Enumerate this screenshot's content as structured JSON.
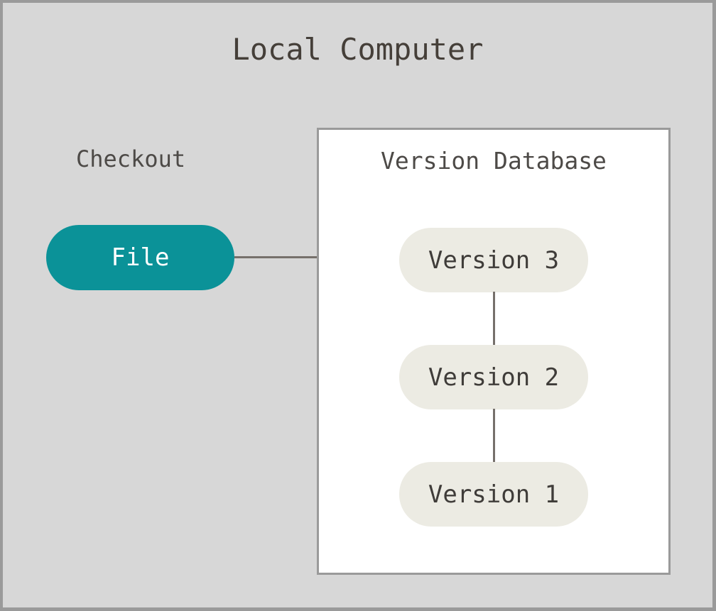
{
  "diagram": {
    "title": "Local Computer",
    "background_color": "#d7d7d7",
    "frame_border_color": "#9a9a9a",
    "edge_color": "#76706b"
  },
  "checkout": {
    "label": "Checkout",
    "file_node": {
      "label": "File",
      "fill_color": "#0b9298",
      "text_color": "#ffffff"
    }
  },
  "version_database": {
    "title": "Version Database",
    "panel_fill": "#ffffff",
    "panel_border": "#9a9a9a",
    "node_fill": "#ecebe3",
    "node_text_color": "#3f3c39",
    "versions": [
      {
        "label": "Version 3"
      },
      {
        "label": "Version 2"
      },
      {
        "label": "Version 1"
      }
    ]
  },
  "connections": [
    {
      "from": "File",
      "to": "Version 3"
    },
    {
      "from": "Version 3",
      "to": "Version 2"
    },
    {
      "from": "Version 2",
      "to": "Version 1"
    }
  ]
}
